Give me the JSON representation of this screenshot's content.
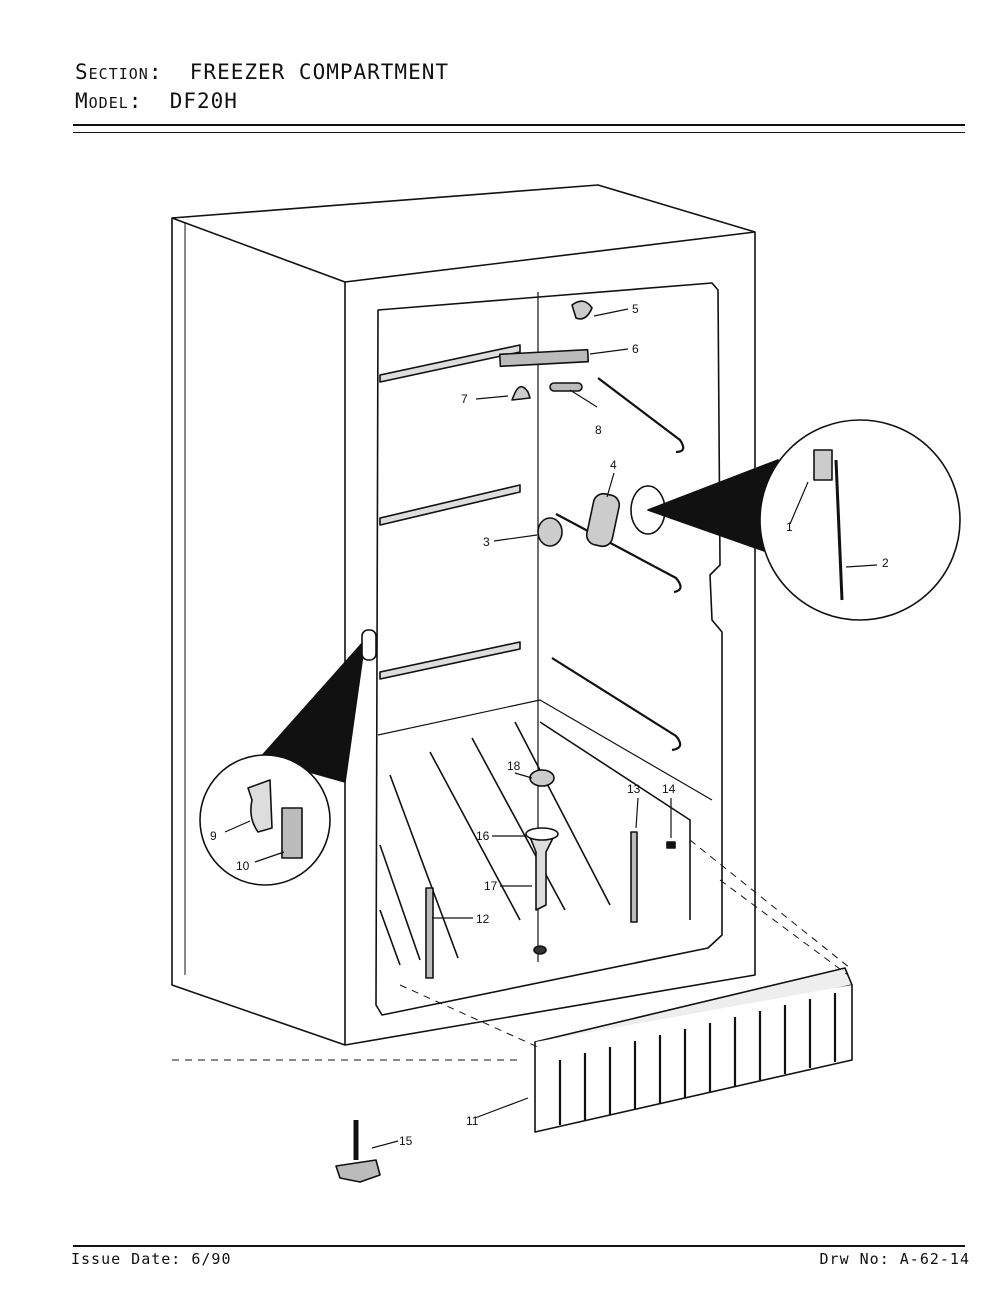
{
  "header": {
    "section_label": "Section:",
    "section_value": "FREEZER COMPARTMENT",
    "model_label": "Model:",
    "model_value": "DF20H"
  },
  "footer": {
    "issue_date": "Issue Date: 6/90",
    "drawing_no": "Drw No: A-62-14"
  },
  "callouts": [
    "1",
    "2",
    "3",
    "4",
    "5",
    "6",
    "7",
    "8",
    "9",
    "10",
    "11",
    "12",
    "13",
    "14",
    "15",
    "16",
    "17",
    "18"
  ]
}
